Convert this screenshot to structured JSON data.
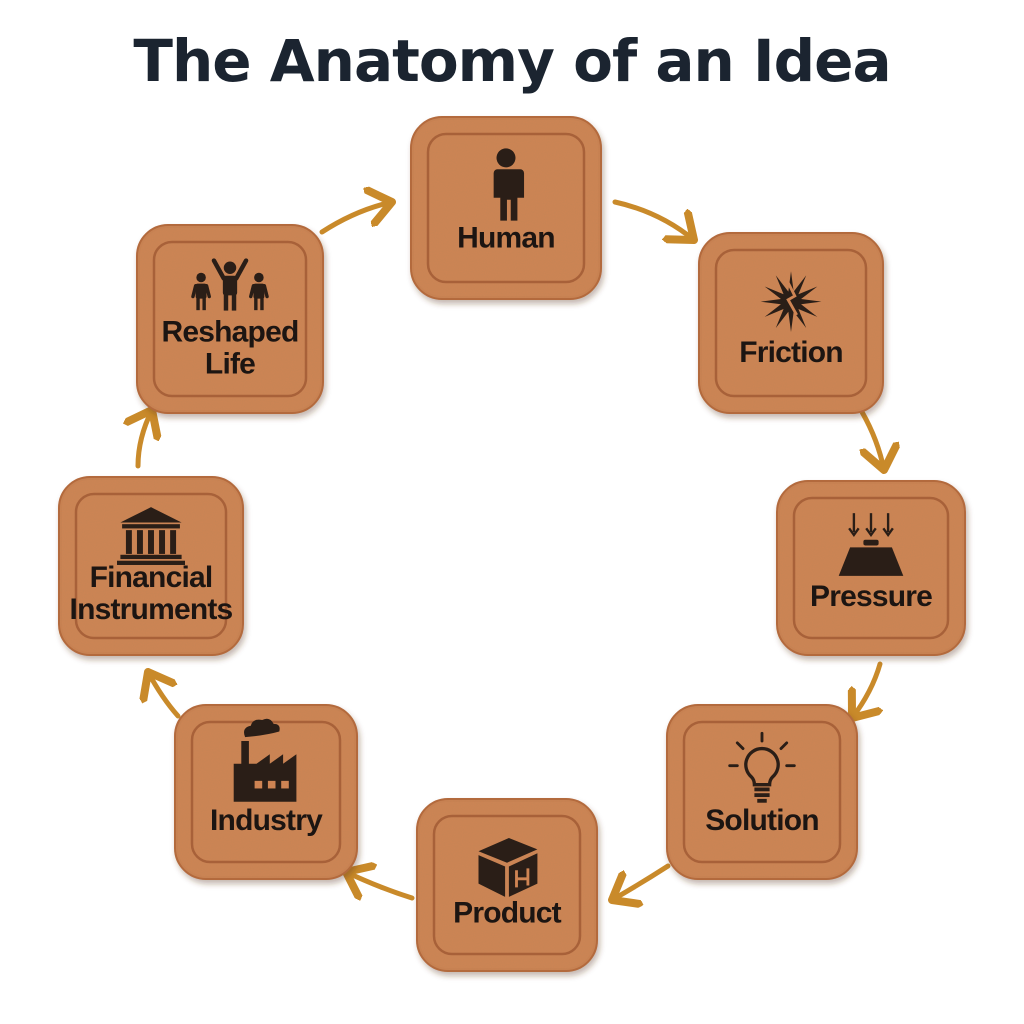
{
  "title": "The Anatomy of an Idea",
  "colors": {
    "tile": "#cf8453",
    "tile_edge": "#b36a3d",
    "tile_inner_line": "#9c5630",
    "arrow": "#c98a2a",
    "icon": "#2a1e17",
    "title": "#1b2430"
  },
  "nodes": [
    {
      "id": "human",
      "label_lines": [
        "Human"
      ],
      "icon": "person-icon"
    },
    {
      "id": "friction",
      "label_lines": [
        "Friction"
      ],
      "icon": "spark-burst-icon"
    },
    {
      "id": "pressure",
      "label_lines": [
        "Pressure"
      ],
      "icon": "weight-pressure-icon"
    },
    {
      "id": "solution",
      "label_lines": [
        "Solution"
      ],
      "icon": "lightbulb-icon"
    },
    {
      "id": "product",
      "label_lines": [
        "Product"
      ],
      "icon": "box-icon"
    },
    {
      "id": "industry",
      "label_lines": [
        "Industry"
      ],
      "icon": "factory-icon"
    },
    {
      "id": "financial-instruments",
      "label_lines": [
        "Financial",
        "Instruments"
      ],
      "icon": "bank-icon"
    },
    {
      "id": "reshaped-life",
      "label_lines": [
        "Reshaped",
        "Life"
      ],
      "icon": "people-group-icon"
    }
  ],
  "flow": "clockwise"
}
